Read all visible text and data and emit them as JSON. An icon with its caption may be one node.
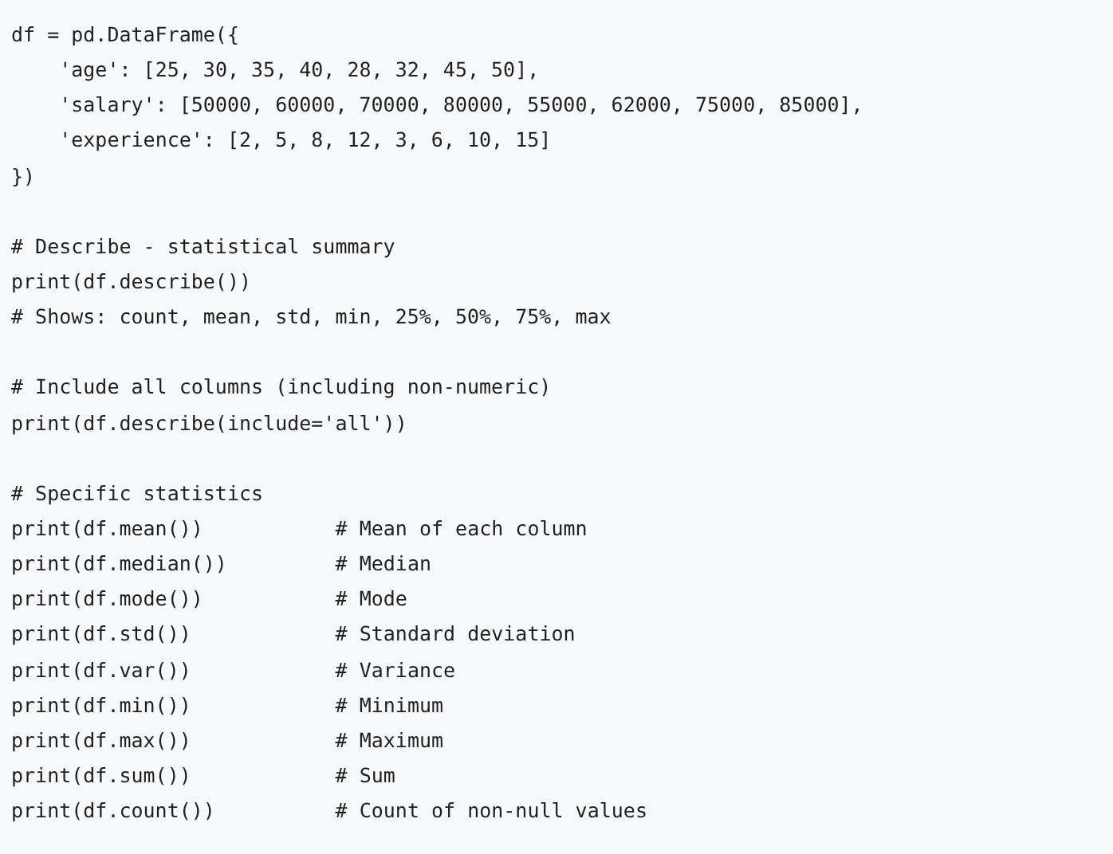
{
  "diagram": {
    "labels": [
      "df = pd.DataFrame({",
      "'age': [25, 30, 35, 40, 28, 32, 45, 50],",
      "'salary': [50000, 60000, 70000, 80000, 55000, 62000, 75000, 85000],",
      "'experience': [2, 5, 8, 12, 3, 6, 10, 15]",
      "})",
      "# Describe - statistical summary",
      "print(df.describe())",
      "# Shows: count, mean, std, min, 25%, 50%, 75%, max",
      "# Include all columns (including non-numeric)",
      "print(df.describe(include='all'))",
      "# Specific statistics",
      "print(df.mean())",
      "# Mean of each column",
      "print(df.median())",
      "# Median",
      "print(df.mode())",
      "# Mode",
      "print(df.std())",
      "# Standard deviation",
      "print(df.var())",
      "# Variance",
      "print(df.min())",
      "# Minimum",
      "print(df.max())",
      "# Maximum",
      "print(df.sum())",
      "# Sum",
      "print(df.count())",
      "# Count of non-null values"
    ]
  }
}
